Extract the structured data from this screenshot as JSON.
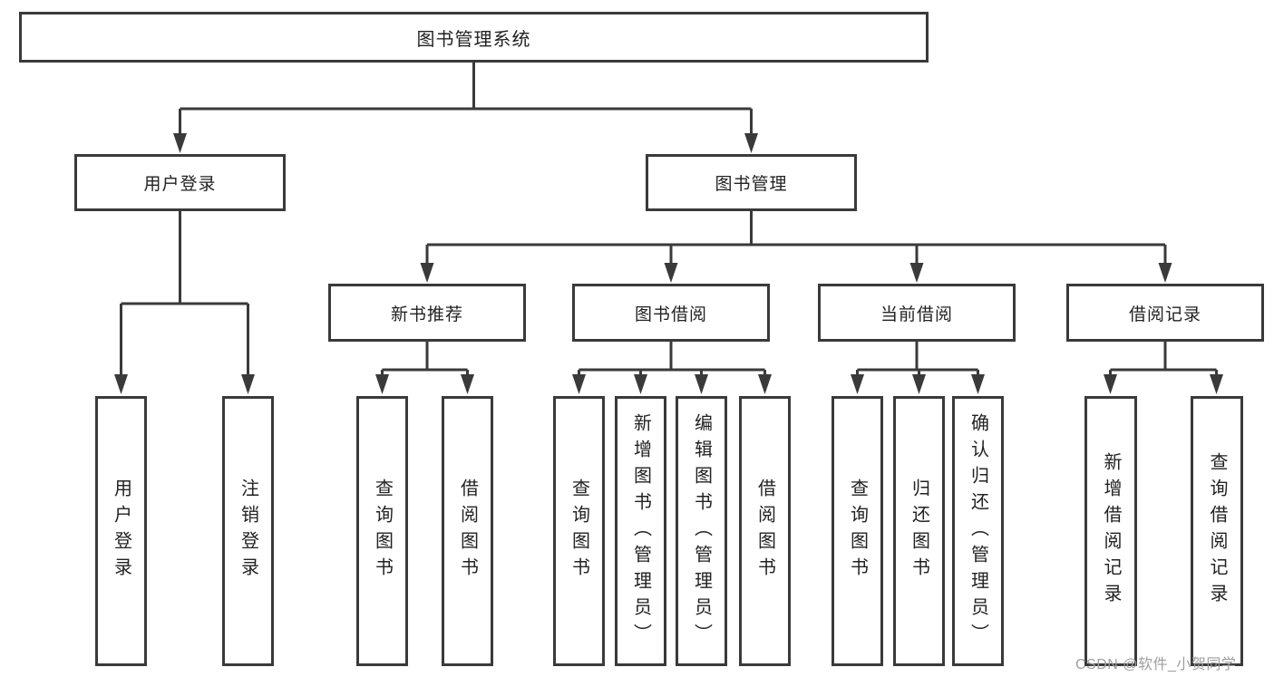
{
  "title": "图书管理系统",
  "watermark": "CSDN @软件_小贺同学",
  "colors": {
    "line": "#3a3a3a",
    "box_border": "#3a3a3a",
    "box_fill": "#ffffff",
    "text": "#222222",
    "watermark": "#9e9e9e"
  },
  "tree": {
    "label": "图书管理系统",
    "children": [
      {
        "label": "用户登录",
        "children": [
          {
            "label": "用户登录"
          },
          {
            "label": "注销登录"
          }
        ]
      },
      {
        "label": "图书管理",
        "children": [
          {
            "label": "新书推荐",
            "children": [
              {
                "label": "查询图书"
              },
              {
                "label": "借阅图书"
              }
            ]
          },
          {
            "label": "图书借阅",
            "children": [
              {
                "label": "查询图书"
              },
              {
                "label": "新增图书（管理员）"
              },
              {
                "label": "编辑图书（管理员）"
              },
              {
                "label": "借阅图书"
              }
            ]
          },
          {
            "label": "当前借阅",
            "children": [
              {
                "label": "查询图书"
              },
              {
                "label": "归还图书"
              },
              {
                "label": "确认归还（管理员）"
              }
            ]
          },
          {
            "label": "借阅记录",
            "children": [
              {
                "label": "新增借阅记录"
              },
              {
                "label": "查询借阅记录"
              }
            ]
          }
        ]
      }
    ]
  }
}
